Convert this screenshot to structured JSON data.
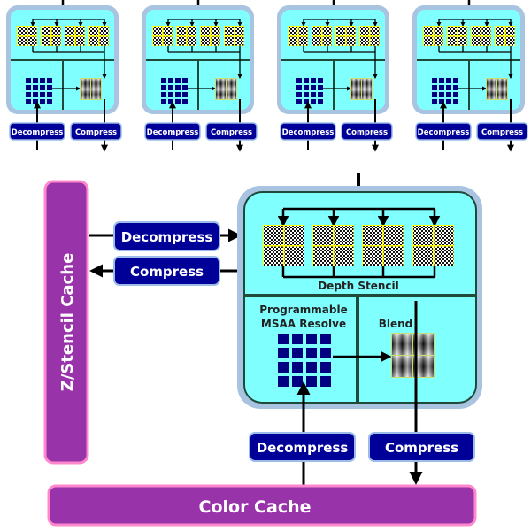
{
  "diagram": {
    "top_units_count": 4,
    "top_unit": {
      "decompress_label": "Decompress",
      "compress_label": "Compress"
    },
    "main_unit": {
      "depth_stencil_label": "Depth Stencil",
      "msaa_label_line1": "Programmable",
      "msaa_label_line2": "MSAA Resolve",
      "blend_label": "Blend"
    },
    "z_stencil_cache": {
      "label": "Z/Stencil Cache",
      "decompress_label": "Decompress",
      "compress_label": "Compress"
    },
    "color_cache": {
      "label": "Color Cache",
      "decompress_label": "Decompress",
      "compress_label": "Compress"
    },
    "colors": {
      "unit_fill": "#80ffff",
      "unit_border": "#a8c4e0",
      "unit_divider": "#1f4a3a",
      "button_fill": "#000099",
      "button_border": "#9bbbe8",
      "cache_fill": "#9933aa",
      "cache_border": "#ff88cc",
      "tile_border": "#ffff00"
    }
  }
}
